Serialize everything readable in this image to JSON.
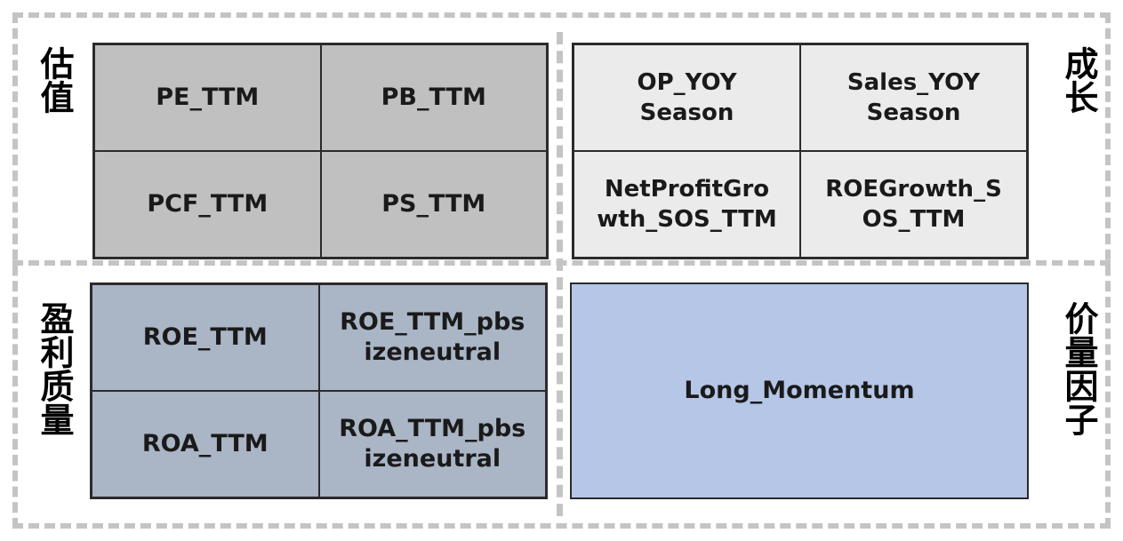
{
  "quadrants": {
    "valuation": {
      "label": "估值",
      "cells": [
        "PE_TTM",
        "PB_TTM",
        "PCF_TTM",
        "PS_TTM"
      ]
    },
    "growth": {
      "label": "成长",
      "cells": [
        "OP_YOY\nSeason",
        "Sales_YOY\nSeason",
        "NetProfitGro\nwth_SOS_TTM",
        "ROEGrowth_S\nOS_TTM"
      ]
    },
    "quality": {
      "label": "盈利质量",
      "cells": [
        "ROE_TTM",
        "ROE_TTM_pbs\nizeneutral",
        "ROA_TTM",
        "ROA_TTM_pbs\nizeneutral"
      ]
    },
    "momentum": {
      "label": "价量因子",
      "cells": [
        "Long_Momentum"
      ]
    }
  },
  "colors": {
    "valuation_fill": "#c0c0c0",
    "growth_fill": "#ebebeb",
    "quality_fill": "#aab5c6",
    "momentum_fill": "#b5c6e6",
    "dash_border": "#c4c4c4"
  }
}
